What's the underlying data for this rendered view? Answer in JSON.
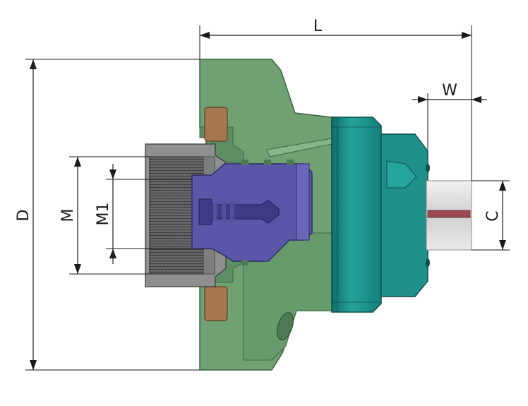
{
  "dimensions": {
    "L": "L",
    "W": "W",
    "D": "D",
    "M": "M",
    "M1": "M1",
    "C": "C"
  },
  "colors": {
    "housing": "#6fa172",
    "housing_dark": "#4f7a55",
    "seal": "#a5784f",
    "thread_adapter": "#8a8a8a",
    "thread_dark": "#4a4a4a",
    "piston": "#5a56a8",
    "piston_dark": "#3e3a86",
    "teal_body": "#1f9089",
    "teal_dark": "#13706a",
    "shaft": "#d9d9d9",
    "key": "#9b4a52"
  }
}
